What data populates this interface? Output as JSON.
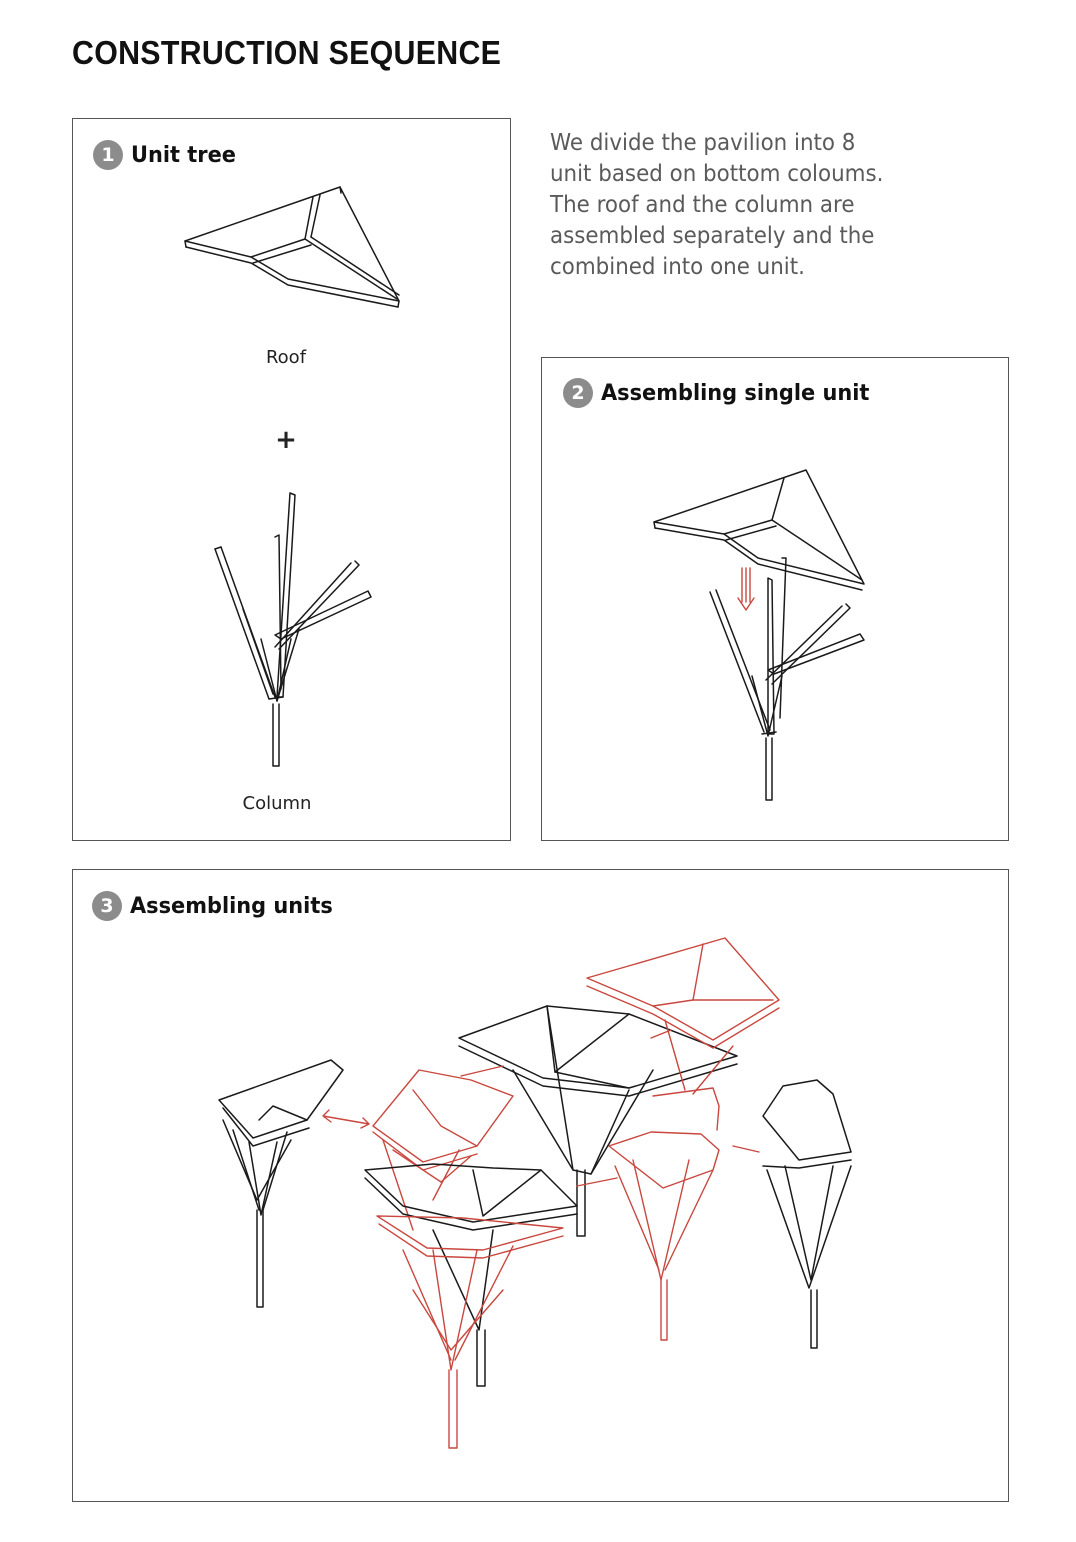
{
  "page_title": "CONSTRUCTION SEQUENCE",
  "description": "We divide the pavilion into 8 unit based on bottom coloums. The roof and the column are assembled separately and the combined into one unit.",
  "steps": [
    {
      "number": "1",
      "title": "Unit tree",
      "labels": {
        "roof": "Roof",
        "plus": "+",
        "column": "Column"
      }
    },
    {
      "number": "2",
      "title": "Assembling single unit"
    },
    {
      "number": "3",
      "title": "Assembling units"
    }
  ],
  "colors": {
    "line": "#1a1a1a",
    "highlight": "#c9473e",
    "badge": "#8c8c8c",
    "text_muted": "#5a5a5a"
  },
  "icons": [
    "step-1-badge-icon",
    "step-2-badge-icon",
    "step-3-badge-icon",
    "assembly-arrow-icon"
  ]
}
